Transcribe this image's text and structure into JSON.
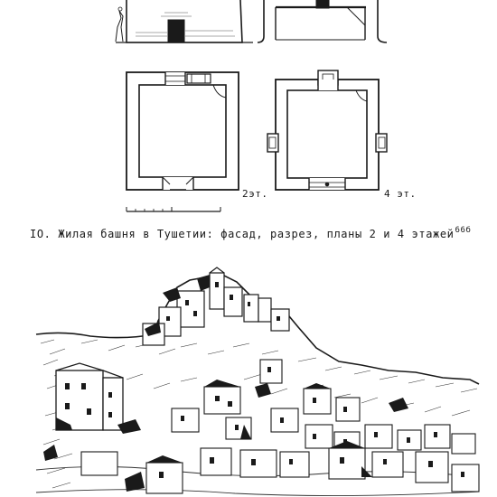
{
  "figure": {
    "plan_labels": {
      "floor_2": "2эт.",
      "floor_4": "4 эт."
    },
    "caption": {
      "number": "IO.",
      "text": "Жилая башня в Тушетии: фасад, разрез, планы 2 и 4 этажей",
      "reference": "66б"
    }
  }
}
